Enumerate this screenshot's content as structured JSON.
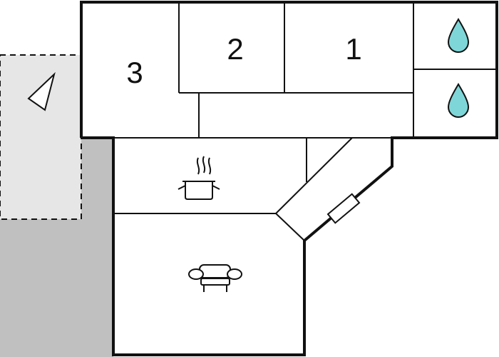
{
  "floorplan": {
    "rooms": [
      {
        "id": "room-1",
        "label": "1"
      },
      {
        "id": "room-2",
        "label": "2"
      },
      {
        "id": "room-3",
        "label": "3"
      }
    ],
    "icons": {
      "bathroom_drops": [
        "water-drop-icon",
        "water-drop-icon"
      ],
      "kitchen": "cooking-pot-icon",
      "living": "armchair-icon",
      "entrance_stair": "staircase-icon",
      "terrace_marker": "triangle-marker-icon"
    },
    "colors": {
      "wall": "#111111",
      "water_drop": "#7fd6d8",
      "terrace_light": "#e6e6e6",
      "terrace_dark": "#c0c0c0"
    }
  }
}
